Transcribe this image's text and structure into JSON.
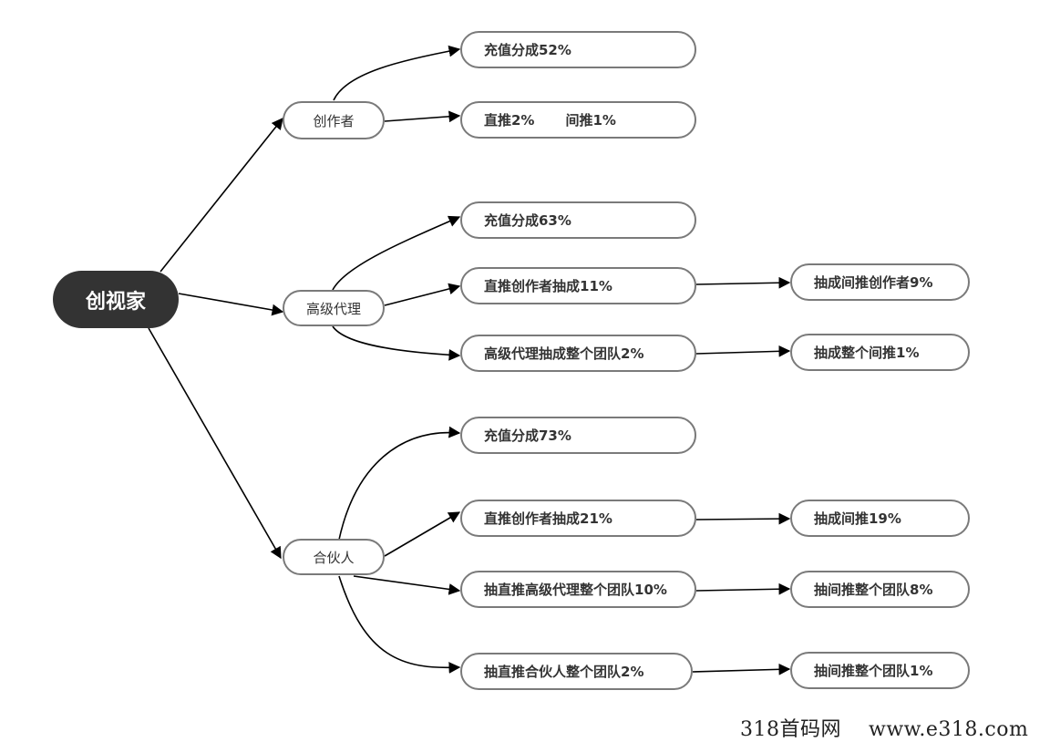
{
  "root": {
    "label": "创视家"
  },
  "branches": {
    "creator": {
      "label": "创作者",
      "items": {
        "recharge": "充值分成52%",
        "direct": "直推2%",
        "indirect": "间推1%"
      }
    },
    "senior_agent": {
      "label": "高级代理",
      "items": {
        "recharge": "充值分成63%",
        "direct_creator": "直推创作者抽成11%",
        "team": "高级代理抽成整个团队2%"
      },
      "sub_items": {
        "indirect_creator": "抽成间推创作者9%",
        "whole_indirect": "抽成整个间推1%"
      }
    },
    "partner": {
      "label": "合伙人",
      "items": {
        "recharge": "充值分成73%",
        "direct_creator": "直推创作者抽成21%",
        "direct_agent_team": "抽直推高级代理整个团队10%",
        "direct_partner_team": "抽直推合伙人整个团队2%"
      },
      "sub_items": {
        "indirect": "抽成间推19%",
        "indirect_team_8": "抽间推整个团队8%",
        "indirect_team_1": "抽间推整个团队1%"
      }
    }
  },
  "watermark": {
    "brand": "318首码网",
    "url": "www.e318.com"
  },
  "colors": {
    "root_fill": "#333333",
    "node_border": "#7a7a7a",
    "edge": "#000000",
    "text": "#333333"
  }
}
